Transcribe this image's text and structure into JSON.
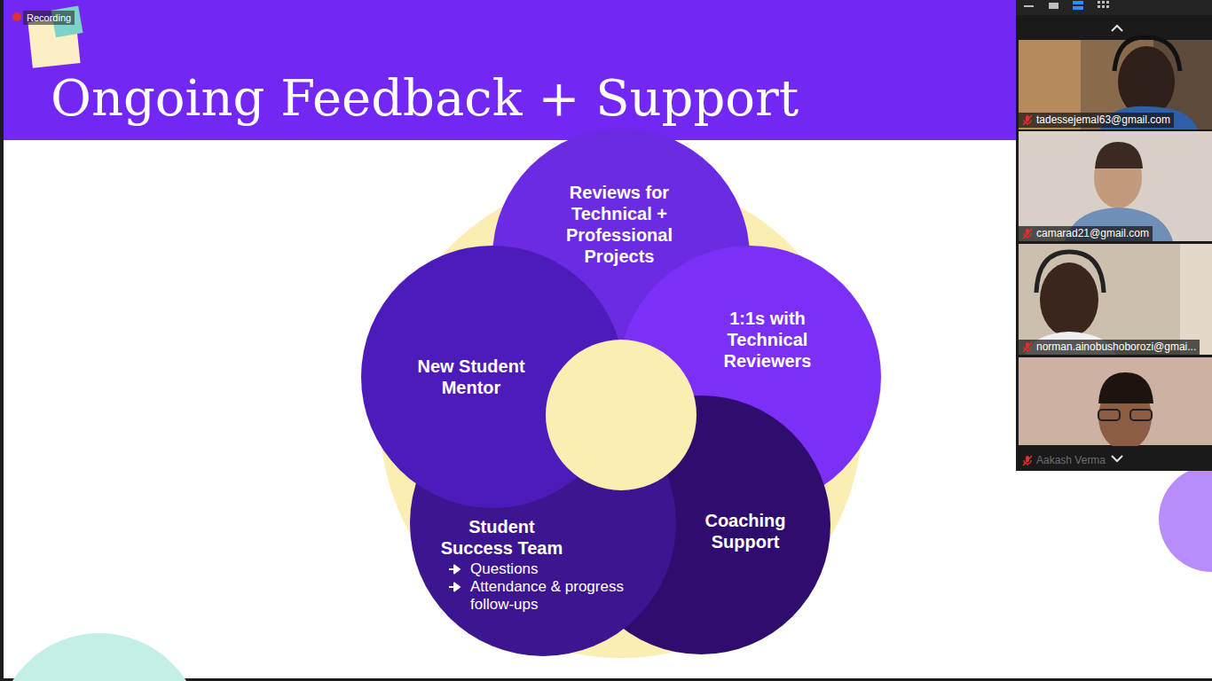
{
  "diagram": {
    "title": "Ongoing Feedback + Support",
    "nodes": [
      {
        "text": [
          "Reviews for Technical + Professional Projects"
        ]
      },
      {
        "text": [
          "1:1s with Technical Reviewers"
        ]
      },
      {
        "text": [
          "Coaching Support"
        ]
      },
      {
        "text": [
          "Student Success Team",
          "Questions",
          "Attendance & progress follow-ups"
        ]
      },
      {
        "text": [
          "New Student Mentor"
        ]
      }
    ],
    "labels": [
      "Recording",
      "tadessejemal63@gmail.com",
      "camarad21@gmail.com",
      "norman.ainobushoborozi@gmai...",
      "Aakash Verma"
    ]
  }
}
